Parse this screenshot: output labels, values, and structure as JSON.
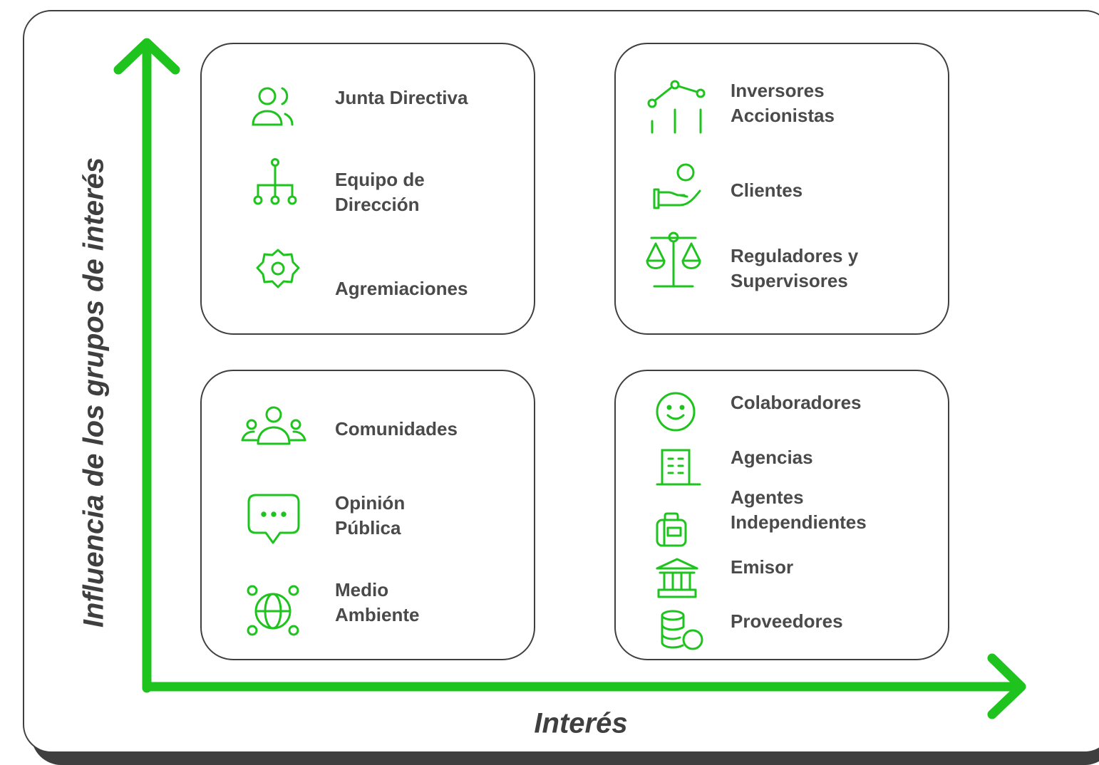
{
  "axes": {
    "y_label": "Influencia de los grupos de interés",
    "x_label": "Interés"
  },
  "colors": {
    "accent": "#1ec31e",
    "border": "#3f3f3f",
    "text": "#4a4a4a"
  },
  "quadrants": {
    "top_left": {
      "items": [
        {
          "icon": "people-icon",
          "line1": "Junta Directiva",
          "line2": ""
        },
        {
          "icon": "org-chart-icon",
          "line1": "Equipo de",
          "line2": "Dirección"
        },
        {
          "icon": "gear-icon",
          "line1": "Agremiaciones",
          "line2": ""
        }
      ]
    },
    "top_right": {
      "items": [
        {
          "icon": "investment-chart-icon",
          "line1": "Inversores",
          "line2": "Accionistas"
        },
        {
          "icon": "hand-person-icon",
          "line1": "Clientes",
          "line2": ""
        },
        {
          "icon": "scale-icon",
          "line1": "Reguladores y",
          "line2": "Supervisores"
        }
      ]
    },
    "bottom_left": {
      "items": [
        {
          "icon": "community-icon",
          "line1": "Comunidades",
          "line2": ""
        },
        {
          "icon": "chat-bubble-icon",
          "line1": "Opinión",
          "line2": "Pública"
        },
        {
          "icon": "globe-network-icon",
          "line1": "Medio",
          "line2": "Ambiente"
        }
      ]
    },
    "bottom_right": {
      "items": [
        {
          "icon": "smiley-icon",
          "line1": "Colaboradores",
          "line2": ""
        },
        {
          "icon": "building-icon",
          "line1": "Agencias",
          "line2": ""
        },
        {
          "icon": "briefcase-icon",
          "line1": "Agentes",
          "line2": "Independientes"
        },
        {
          "icon": "bank-icon",
          "line1": "Emisor",
          "line2": ""
        },
        {
          "icon": "database-icon",
          "line1": "Proveedores",
          "line2": ""
        }
      ]
    }
  }
}
